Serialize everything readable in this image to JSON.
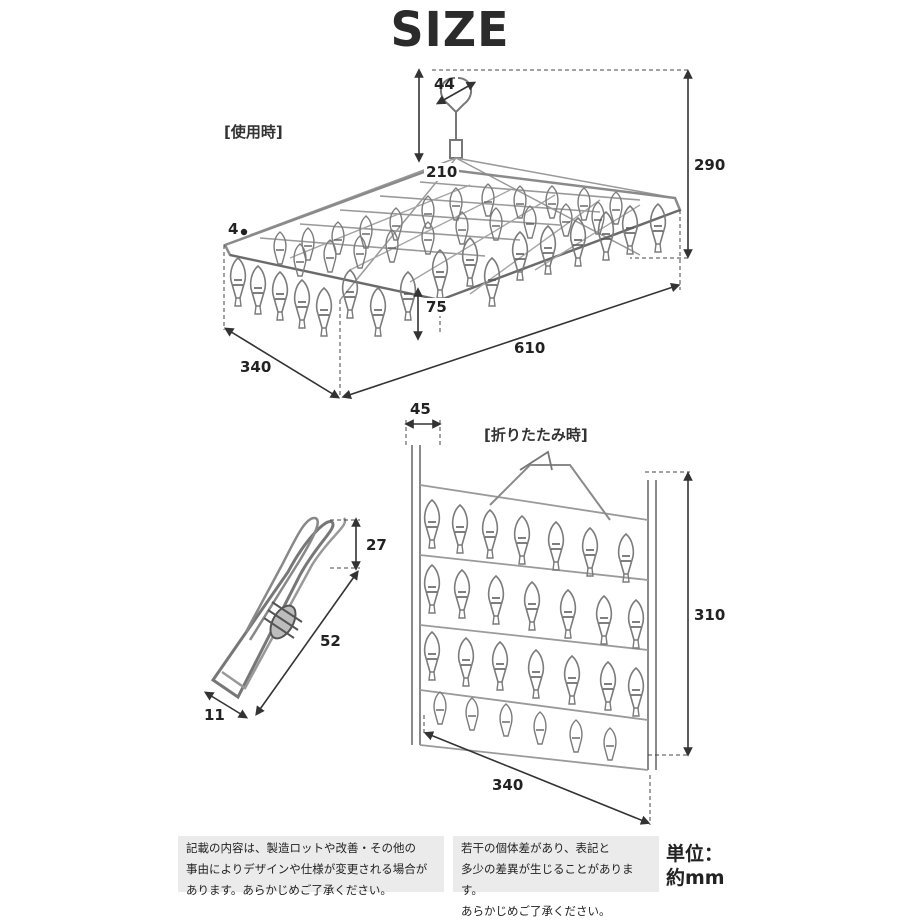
{
  "title": "SIZE",
  "labels": {
    "in_use": "[使用時]",
    "folded": "[折りたたみ時]"
  },
  "dimensions": {
    "hook": "44",
    "hook_to_frame": "210",
    "total_height": "290",
    "rod": "4",
    "depth": "75",
    "width": "610",
    "length": "340",
    "folded_thickness": "45",
    "folded_height": "310",
    "folded_width": "340",
    "clip_height": "27",
    "clip_length": "52",
    "clip_width": "11"
  },
  "notes": {
    "note1_line1": "記載の内容は、製造ロットや改善・その他の",
    "note1_line2": "事由によりデザインや仕様が変更される場合が",
    "note1_line3": "あります。あらかじめご了承ください。",
    "note2_line1": "若干の個体差があり、表記と",
    "note2_line2": "多少の差異が生じることがあります。",
    "note2_line3": "あらかじめご了承ください。"
  },
  "unit": {
    "line1": "単位：",
    "line2": "約mm"
  },
  "colors": {
    "metal": "#8a8a8a",
    "metal_dark": "#555555",
    "dashed": "#444444",
    "note_bg": "#ebebeb"
  }
}
